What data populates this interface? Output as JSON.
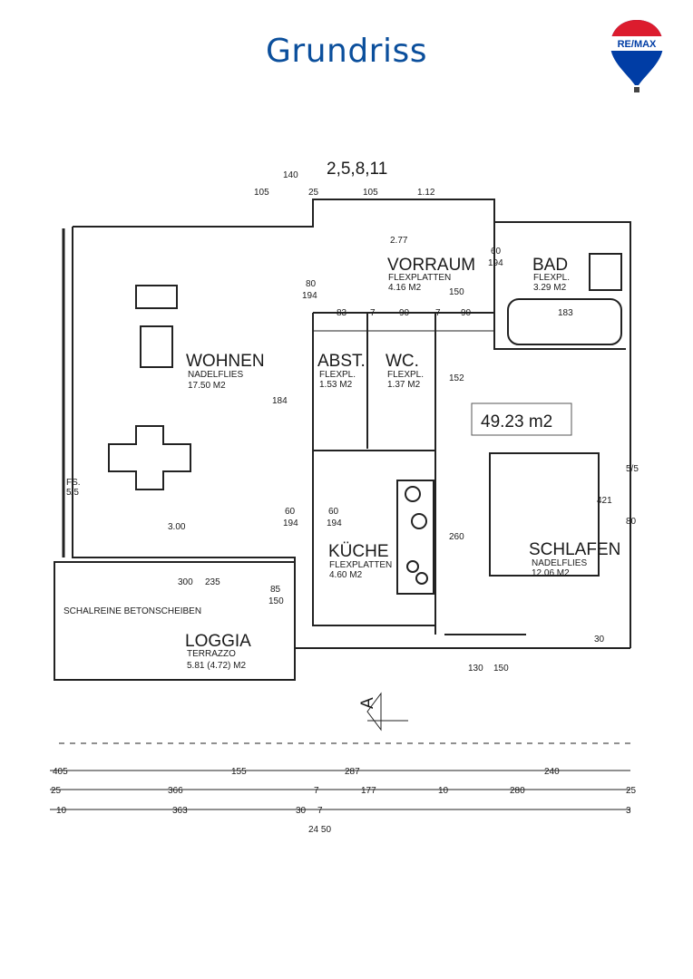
{
  "header": {
    "title": "Grundriss"
  },
  "logo": {
    "text": "RE/MAX",
    "colors": {
      "red": "#dc1c2e",
      "blue": "#003da5"
    }
  },
  "plan": {
    "marker": "2,5,8,11",
    "total_area": "49.23 m2",
    "section_marker": "A",
    "rooms": {
      "wohnen": {
        "name": "WOHNEN",
        "floor": "NADELFLIES",
        "area": "17.50 M2"
      },
      "vorraum": {
        "name": "VORRAUM",
        "floor": "FLEXPLATTEN",
        "area": "4.16 M2"
      },
      "bad": {
        "name": "BAD",
        "floor": "FLEXPL.",
        "area": "3.29 M2"
      },
      "abst": {
        "name": "ABST.",
        "floor": "FLEXPL.",
        "area": "1.53 M2"
      },
      "wc": {
        "name": "WC.",
        "floor": "FLEXPL.",
        "area": "1.37 M2"
      },
      "kueche": {
        "name": "KÜCHE",
        "floor": "FLEXPLATTEN",
        "area": "4.60 M2"
      },
      "schlafen": {
        "name": "SCHLAFEN",
        "floor": "NADELFLIES",
        "area": "12.06 M2"
      },
      "loggia": {
        "name": "LOGGIA",
        "floor": "TERRAZZO",
        "area": "5.81 (4.72) M2"
      }
    },
    "notes": {
      "loggia_note": "SCHALREINE BETONSCHEIBEN",
      "fs": "FS.",
      "fs_val": "5/5",
      "window": "3.00"
    },
    "top_dims": [
      "140",
      "105",
      "25",
      "105",
      "1.12",
      "2.77",
      "60",
      "194",
      "80",
      "194",
      "83",
      "7",
      "90",
      "7",
      "90",
      "183",
      "60",
      "194",
      "150",
      "152",
      "184",
      "260",
      "421",
      "130",
      "150",
      "300",
      "235",
      "85",
      "150",
      "60",
      "194",
      "5/5",
      "80",
      "30"
    ],
    "bottom_rows": {
      "row1": [
        "405",
        "155",
        "287",
        "240"
      ],
      "row2": [
        "25",
        "366",
        "7",
        "177",
        "10",
        "280",
        "25"
      ],
      "row3": [
        "10",
        "363",
        "30",
        "7",
        "3"
      ],
      "total": "24 50"
    }
  }
}
